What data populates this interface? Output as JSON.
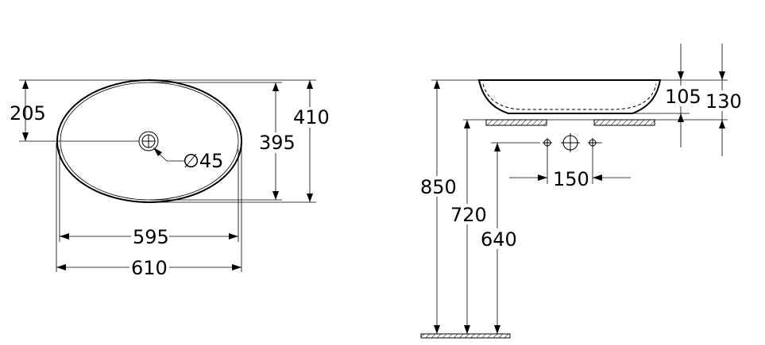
{
  "top_view": {
    "dim_hole_offset": "205",
    "dim_inner_depth": "395",
    "dim_outer_depth": "410",
    "dim_drain_diameter": "∅45",
    "dim_inner_width": "595",
    "dim_outer_width": "610"
  },
  "side_view": {
    "dim_bowl_height": "105",
    "dim_total_height": "130",
    "dim_rim_height": "850",
    "dim_counter_height": "720",
    "dim_outlet_height": "640",
    "dim_connection_spacing": "150"
  }
}
